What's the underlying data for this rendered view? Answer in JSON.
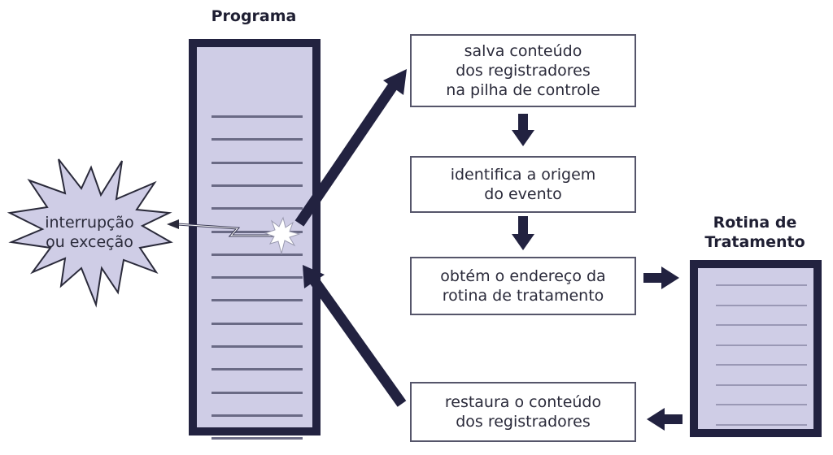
{
  "program": {
    "title": "Programa",
    "line_count": 15
  },
  "event": {
    "label": "interrupção\nou exceção"
  },
  "steps": [
    {
      "id": "save",
      "text": "salva conteúdo\ndos registradores\nna pilha de controle"
    },
    {
      "id": "identify",
      "text": "identifica a origem\ndo evento"
    },
    {
      "id": "address",
      "text": "obtém o endereço da\nrotina de tratamento"
    },
    {
      "id": "restore",
      "text": "restaura o conteúdo\ndos registradores"
    }
  ],
  "handler": {
    "title": "Rotina de\nTratamento",
    "line_count": 8
  },
  "colors": {
    "doc_fill": "#cfcde6",
    "doc_border": "#222240",
    "arrow": "#222240",
    "line": "#6a6a85"
  }
}
